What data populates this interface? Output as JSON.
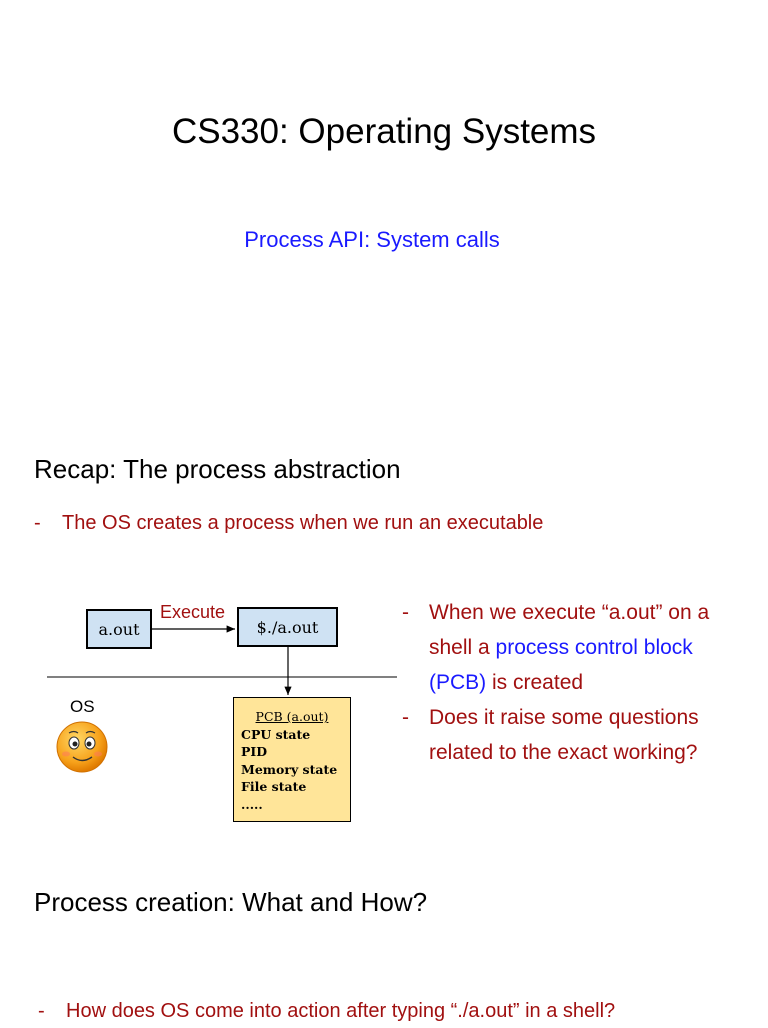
{
  "slide1": {
    "title": "CS330: Operating Systems",
    "subtitle": "Process API: System calls"
  },
  "slide2": {
    "heading": "Recap: The process abstraction",
    "bullet1": "The OS creates a process when we run an executable",
    "diagram": {
      "aout_label": "a.out",
      "execute_label": "Execute",
      "run_label": "$./a.out",
      "os_label": "OS",
      "pcb_title": "PCB (a.out)",
      "pcb_items": [
        "CPU state",
        "PID",
        "Memory state",
        "File state",
        "....."
      ]
    },
    "right_bullet1": {
      "line1": "When we execute “a.out” on a",
      "line2_pre": "shell a ",
      "line2_blue": "process control block",
      "line3_blue": "(PCB)",
      "line3_post": " is created"
    },
    "right_bullet2": {
      "line1": "Does it raise some questions",
      "line2": "related to the exact working?"
    },
    "dash": "-"
  },
  "slide3": {
    "heading": "Process creation: What and How?",
    "bullet1": "How does OS come into action after typing “./a.out” in a shell?"
  },
  "colors": {
    "bullet_red": "#a11010",
    "link_blue": "#1a1aff",
    "box_blue": "#cfe2f3",
    "pcb_yellow": "#ffe599",
    "smiley": "#f7a21b"
  },
  "icons": [
    "smiley-face-icon"
  ]
}
